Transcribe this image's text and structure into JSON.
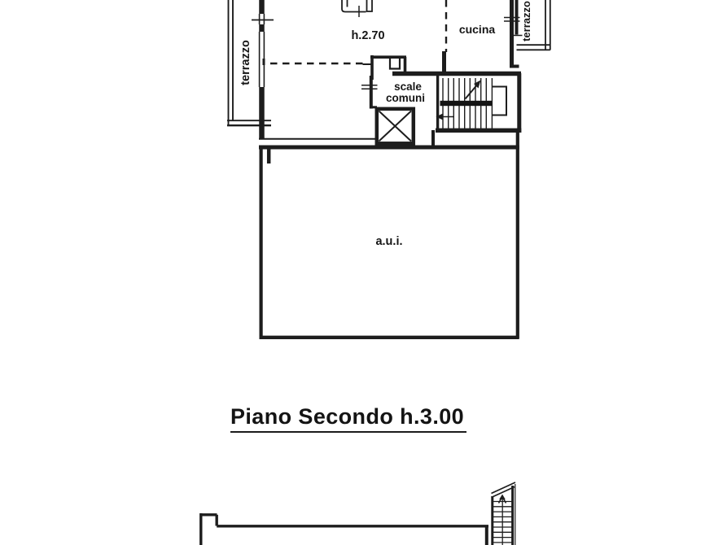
{
  "document": {
    "title": "Piano Secondo h.3.00"
  },
  "floor_plan": {
    "labels": {
      "terrace_left": "terrazzo",
      "terrace_right": "terrazzo",
      "ceiling_height": "h.2.70",
      "kitchen": "cucina",
      "common_stairs_line1": "scale",
      "common_stairs_line2": "comuni",
      "attic_space": "a.u.i."
    }
  },
  "colors": {
    "ink": "#1d1d1d",
    "paper": "#ffffff"
  }
}
